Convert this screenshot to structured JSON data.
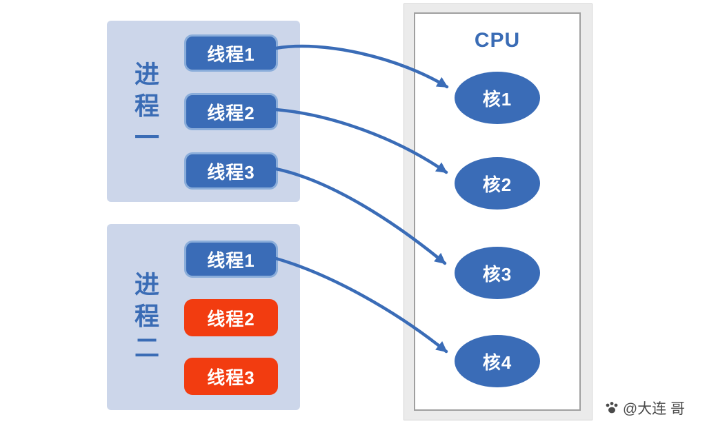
{
  "processes": [
    {
      "label": "进程一",
      "label_chars": [
        "进",
        "程",
        "一"
      ],
      "threads": [
        {
          "label": "线程1",
          "color": "blue"
        },
        {
          "label": "线程2",
          "color": "blue"
        },
        {
          "label": "线程3",
          "color": "blue"
        }
      ]
    },
    {
      "label": "进程二",
      "label_chars": [
        "进",
        "程",
        "二"
      ],
      "threads": [
        {
          "label": "线程1",
          "color": "blue"
        },
        {
          "label": "线程2",
          "color": "red"
        },
        {
          "label": "线程3",
          "color": "red"
        }
      ]
    }
  ],
  "cpu": {
    "title": "CPU",
    "cores": [
      {
        "label": "核1"
      },
      {
        "label": "核2"
      },
      {
        "label": "核3"
      },
      {
        "label": "核4"
      }
    ]
  },
  "mappings": [
    {
      "from": "进程一 线程1",
      "to": "核1"
    },
    {
      "from": "进程一 线程2",
      "to": "核2"
    },
    {
      "from": "进程一 线程3",
      "to": "核3"
    },
    {
      "from": "进程二 线程1",
      "to": "核4"
    }
  ],
  "watermark": {
    "text": "@大连 哥",
    "icon": "paw-icon"
  },
  "colors": {
    "thread_blue": "#3a6cb7",
    "thread_blue_border": "#8aadda",
    "thread_red": "#f23c10",
    "process_bg": "#ccd6ea",
    "core_fill": "#3a6cb7",
    "arrow": "#3a6cb7",
    "label_blue": "#3a6cb5"
  }
}
